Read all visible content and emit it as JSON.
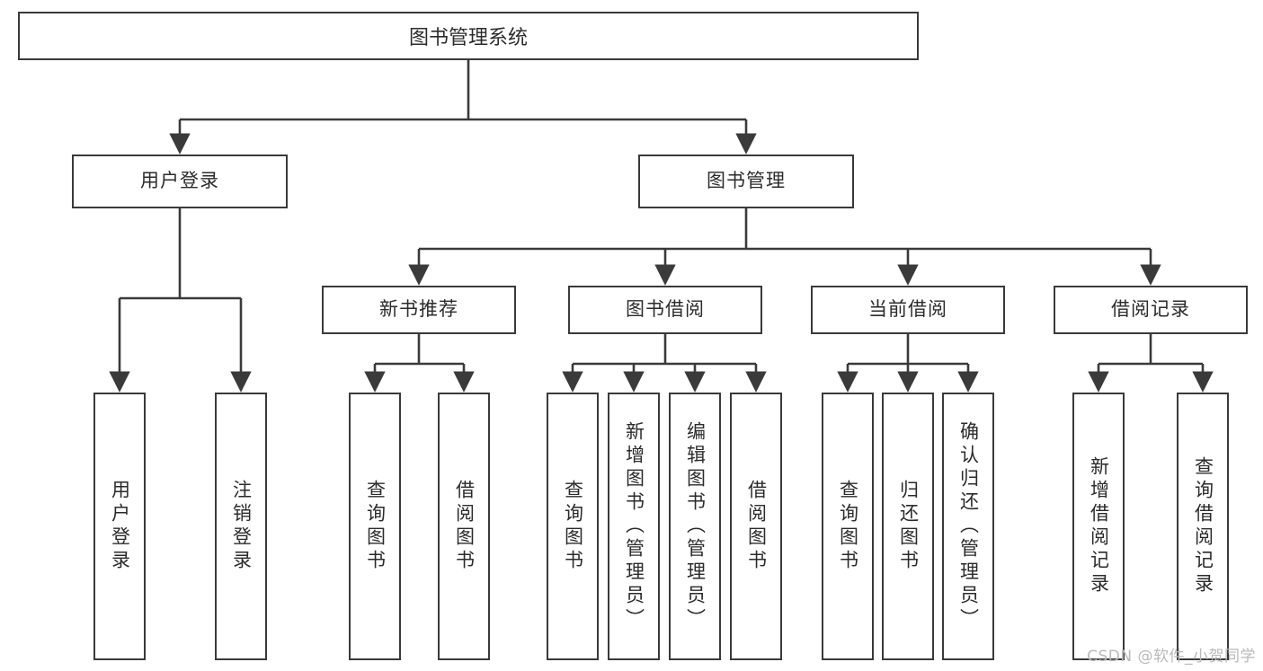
{
  "diagram": {
    "title": "图书管理系统",
    "root": {
      "label": "图书管理系统"
    },
    "level1": [
      {
        "label": "用户登录"
      },
      {
        "label": "图书管理"
      }
    ],
    "level2": [
      {
        "label": "新书推荐"
      },
      {
        "label": "图书借阅"
      },
      {
        "label": "当前借阅"
      },
      {
        "label": "借阅记录"
      }
    ],
    "leaves": [
      {
        "label": "用户登录"
      },
      {
        "label": "注销登录"
      },
      {
        "label": "查询图书"
      },
      {
        "label": "借阅图书"
      },
      {
        "label": "查询图书"
      },
      {
        "label": "新增图书（管理员）"
      },
      {
        "label": "编辑图书（管理员）"
      },
      {
        "label": "借阅图书"
      },
      {
        "label": "查询图书"
      },
      {
        "label": "归还图书"
      },
      {
        "label": "确认归还（管理员）"
      },
      {
        "label": "新增借阅记录"
      },
      {
        "label": "查询借阅记录"
      }
    ]
  },
  "watermark": {
    "text": "CSDN @软件_小贺同学"
  },
  "colors": {
    "stroke": "#3a3a3a",
    "text": "#2b2b2b",
    "background": "#ffffff",
    "watermark": "#b9b9b9"
  }
}
